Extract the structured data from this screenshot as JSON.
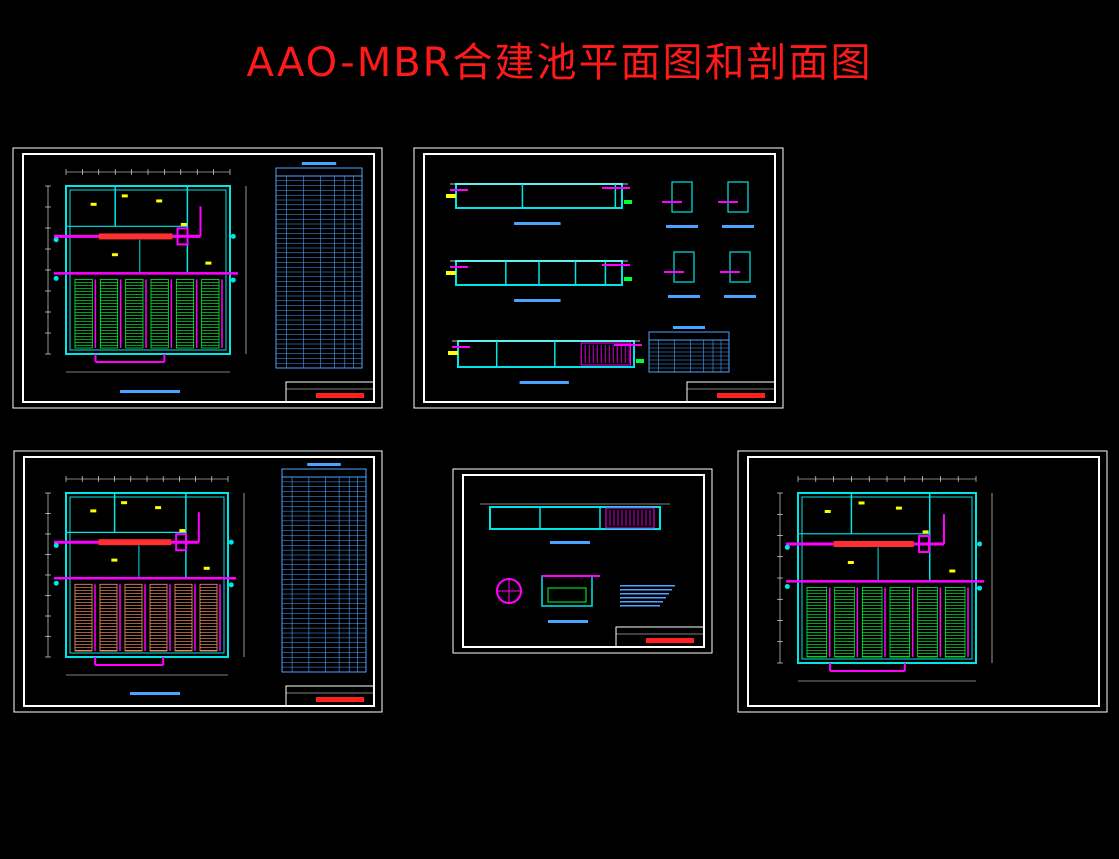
{
  "title": "AAO-MBR合建池平面图和剖面图",
  "colors": {
    "background": "#000000",
    "title": "#ff1a1a",
    "frame": "#ffffff",
    "wall": "#00e5e5",
    "pipe": "#ff00ff",
    "membrane": "#00ff33",
    "annotation": "#ffff00",
    "table": "#4aa3ff",
    "stamp": "#ff2020",
    "plank": "#ff9966"
  },
  "sheets": [
    {
      "id": "sheet-plan-1",
      "kind": "plan",
      "fill": "membrane",
      "table": true
    },
    {
      "id": "sheet-sections",
      "kind": "sections"
    },
    {
      "id": "sheet-plan-2",
      "kind": "plan",
      "fill": "plank",
      "table": true
    },
    {
      "id": "sheet-detail",
      "kind": "detail"
    },
    {
      "id": "sheet-plan-3",
      "kind": "plan",
      "fill": "membrane",
      "table": false
    }
  ]
}
